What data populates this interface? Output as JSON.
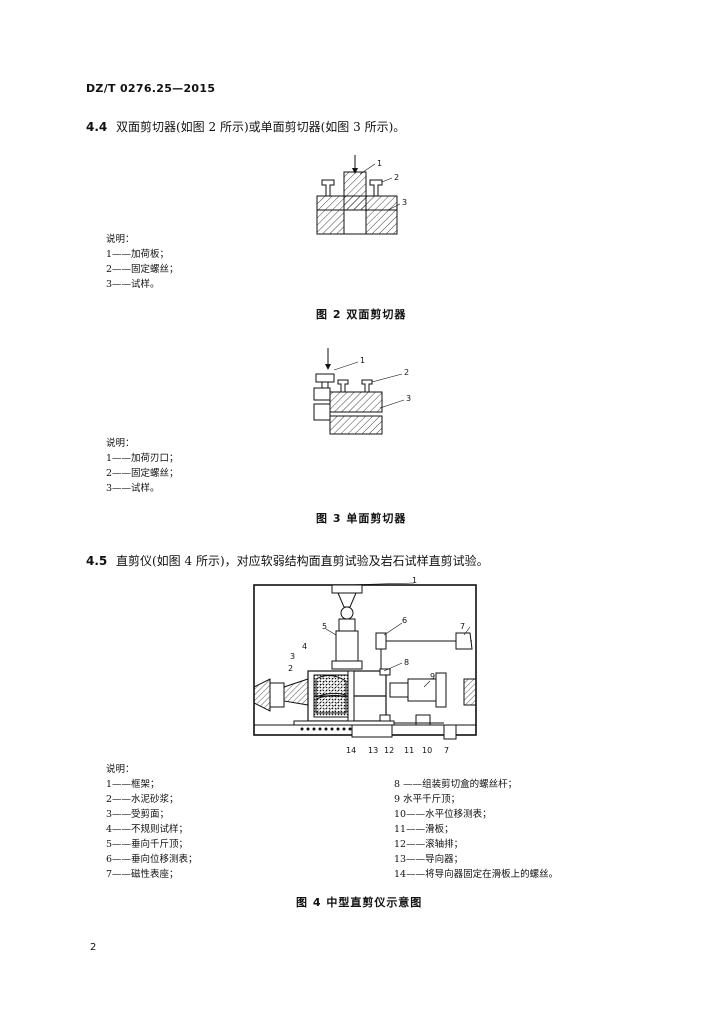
{
  "header": "DZ/T 0276.25—2015",
  "sec44": {
    "num": "4.4",
    "text": "双面剪切器(如图 2 所示)或单面剪切器(如图 3 所示)。"
  },
  "fig2": {
    "legend_title": "说明：",
    "legend": [
      "1——加荷板；",
      "2——固定螺丝；",
      "3——试样。"
    ],
    "callouts": [
      "1",
      "2",
      "3"
    ],
    "caption": "图 2   双面剪切器"
  },
  "fig3": {
    "legend_title": "说明：",
    "legend": [
      "1——加荷刃口；",
      "2——固定螺丝；",
      "3——试样。"
    ],
    "callouts": [
      "1",
      "2",
      "3"
    ],
    "caption": "图 3   单面剪切器"
  },
  "sec45": {
    "num": "4.5",
    "text": "直剪仪(如图 4 所示)，对应软弱结构面直剪试验及岩石试样直剪试验。"
  },
  "fig4": {
    "legend_title": "说明：",
    "legend_left": [
      "1——框架；",
      "2——水泥砂浆；",
      "3——受剪面；",
      "4——不规则试样；",
      "5——垂向千斤顶；",
      "6——垂向位移测表；",
      "7——磁性表座；"
    ],
    "legend_right": [
      "8 ——组装剪切盒的螺丝杆；",
      "9    水平千斤顶；",
      "10——水平位移测表；",
      "11——滑板；",
      "12——滚轴排；",
      "13——导向器；",
      "14——将导向器固定在滑板上的螺丝。"
    ],
    "callouts": [
      "1",
      "2",
      "3",
      "4",
      "5",
      "6",
      "7",
      "8",
      "9",
      "10",
      "7",
      "11",
      "12",
      "13",
      "14"
    ],
    "caption": "图 4   中型直剪仪示意图"
  },
  "page_number": "2"
}
